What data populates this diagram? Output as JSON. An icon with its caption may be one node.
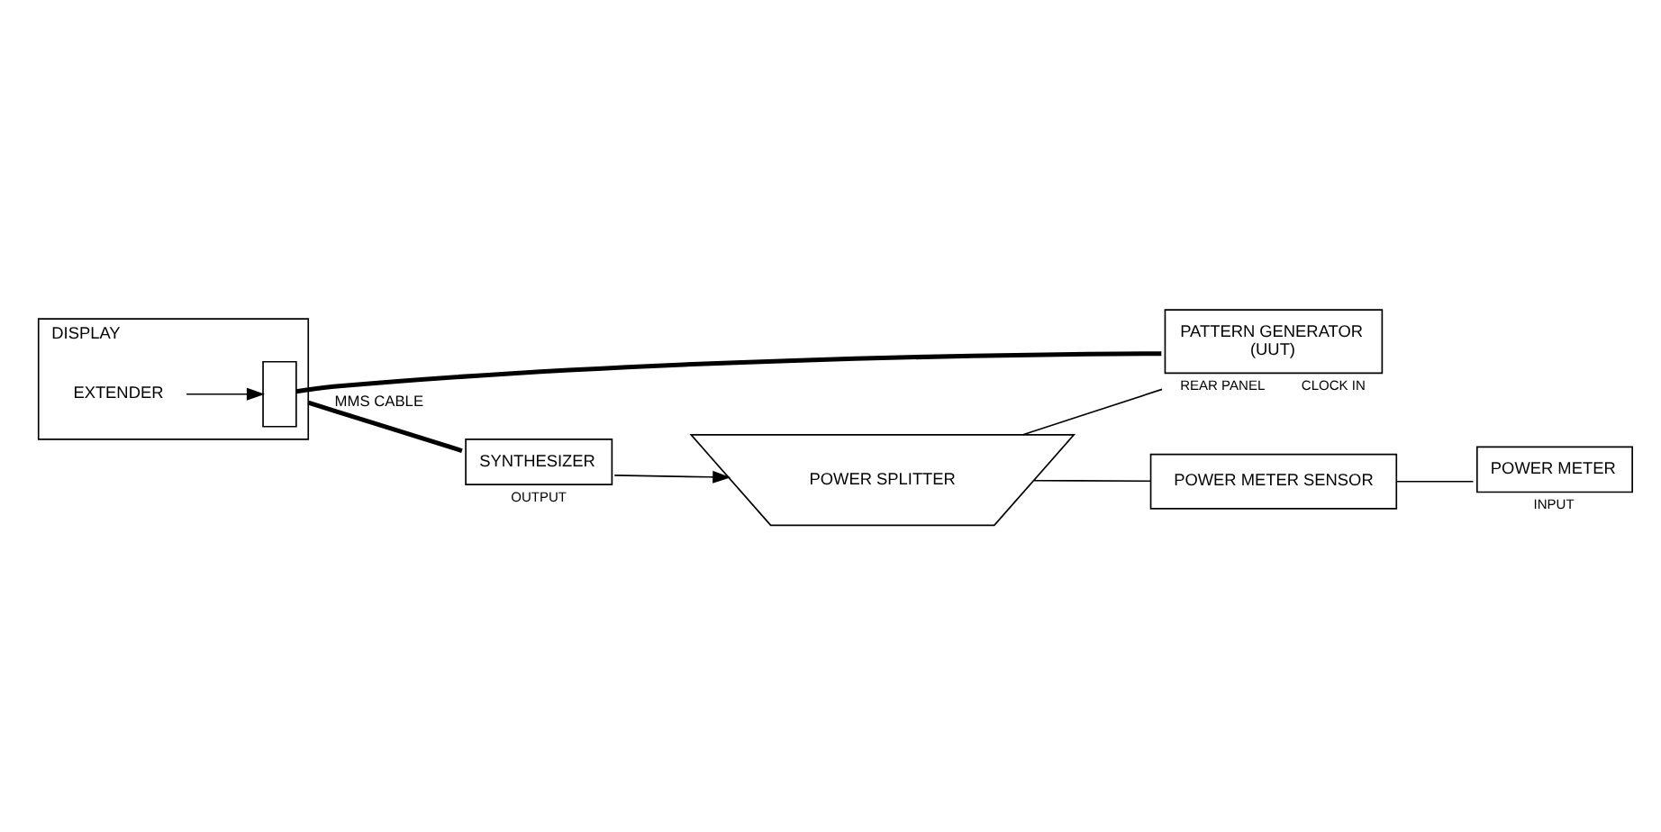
{
  "diagram": {
    "nodes": [
      {
        "text": [
          "DISPLAY"
        ]
      },
      {
        "text": [],
        "shape": "box",
        "in": 0
      },
      {
        "text": [
          "EXTENDER"
        ],
        "in": 0
      },
      {
        "text": [
          "PATTERN GENERATOR",
          "(UUT)"
        ],
        "beside": [
          "REAR PANEL",
          "CLOCK IN"
        ]
      },
      {
        "text": [
          "SYNTHESIZER"
        ],
        "beside": [
          "OUTPUT"
        ]
      },
      {
        "text": [
          "POWER SPLITTER"
        ]
      },
      {
        "text": [
          "POWER METER SENSOR"
        ]
      },
      {
        "text": [
          "POWER METER"
        ],
        "beside": [
          "INPUT"
        ]
      }
    ],
    "edges": [
      {
        "from": 2,
        "to": 1,
        "arrow": "to"
      },
      {
        "from": 1,
        "to": 3,
        "arrow": "none",
        "style": "thick"
      },
      {
        "from": 0,
        "to": 4,
        "arrow": "none",
        "style": "thick",
        "label": "MMS CABLE"
      },
      {
        "from": 4,
        "to": 5,
        "arrow": "to"
      },
      {
        "from": 5,
        "to": 3,
        "arrow": "none"
      },
      {
        "from": 5,
        "to": 6,
        "arrow": "none"
      },
      {
        "from": 6,
        "to": 7,
        "arrow": "none"
      }
    ]
  }
}
